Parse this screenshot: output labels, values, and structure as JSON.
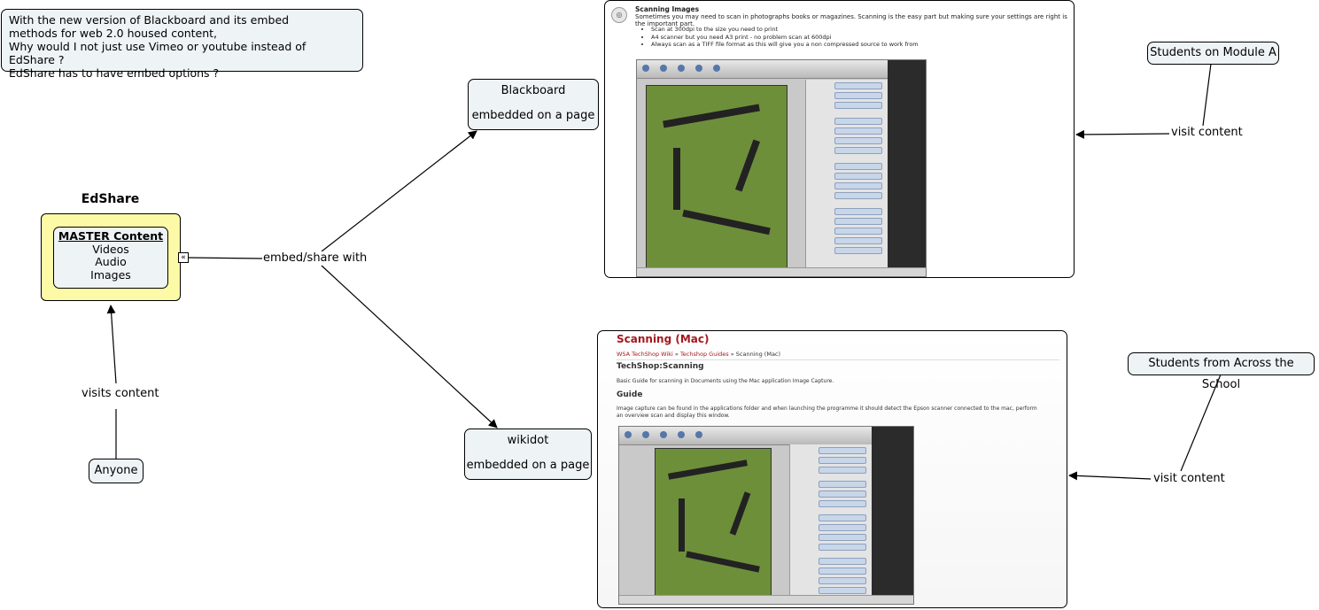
{
  "note": {
    "lines": [
      "With the new version of Blackboard and its embed",
      "methods for web 2.0 housed content,",
      "Why would I not just use Vimeo or youtube instead of EdShare ?",
      "EdShare has to have embed options ?"
    ]
  },
  "edshare": {
    "title": "EdShare",
    "master_title": "MASTER Content",
    "items": [
      "Videos",
      "Audio",
      "Images"
    ]
  },
  "edge_labels": {
    "embed_share": "embed/share with",
    "visits_content": "visits content",
    "visit_content_top": "visit content",
    "visit_content_bottom": "visit content"
  },
  "nodes": {
    "anyone": "Anyone",
    "blackboard_line1": "Blackboard",
    "blackboard_line2": "embedded on a page",
    "wikidot_line1": "wikidot",
    "wikidot_line2": "embedded on a page",
    "students_module": "Students on Module A",
    "students_school": "Students from Across the School"
  },
  "blackboard_screen": {
    "heading": "Scanning Images",
    "intro": "Sometimes you may need to scan in photographs books or magazines. Scanning is the easy part but making sure your settings are right is the important part.",
    "bullets": [
      "Scan at 300dpi to the size you need to print",
      "A4 scanner but you need A3 print - no problem scan at 600dpi",
      "Always scan as a TIFF file format as this will give you a non compressed source to work from"
    ]
  },
  "wikidot_screen": {
    "title": "Scanning (Mac)",
    "crumb_link1": "WSA TechShop Wiki",
    "crumb_sep": " » ",
    "crumb_link2": "Techshop Guides",
    "crumb_current": " » Scanning (Mac)",
    "section1": "TechShop:Scanning",
    "para1": "Basic Guide for scanning in Documents using the Mac application Image Capture.",
    "section2": "Guide",
    "para2": "Image capture can be found in the applications folder and when launching the programme it should detect the Epson scanner connected to the mac, perform an overview scan and display this window."
  },
  "colors": {
    "node_fill": "#eef3f5",
    "edshare_fill": "#fdfaa7",
    "wiki_red": "#a5181e"
  }
}
